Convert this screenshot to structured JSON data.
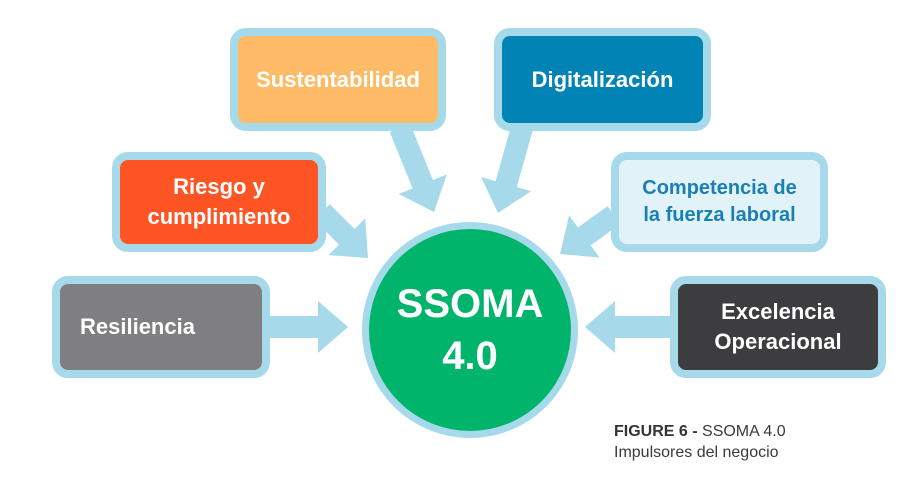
{
  "center": {
    "line1": "SSOMA",
    "line2": "4.0"
  },
  "drivers": [
    {
      "id": "sustentabilidad",
      "lines": [
        "Sustentabilidad"
      ],
      "fill": "#FDBB67",
      "text_color": "#FFFFFF"
    },
    {
      "id": "digitalizacion",
      "lines": [
        "Digitalización"
      ],
      "fill": "#0283B5",
      "text_color": "#FFFFFF"
    },
    {
      "id": "riesgo",
      "lines": [
        "Riesgo y",
        "cumplimiento"
      ],
      "fill": "#FF5525",
      "text_color": "#FFFFFF"
    },
    {
      "id": "competencia",
      "lines": [
        "Competencia de",
        "la fuerza laboral"
      ],
      "fill": "#E2F2F9",
      "text_color": "#1A80B3"
    },
    {
      "id": "resiliencia",
      "lines": [
        "Resiliencia"
      ],
      "fill": "#7F7F81",
      "text_color": "#FFFFFF"
    },
    {
      "id": "excelencia",
      "lines": [
        "Excelencia",
        "Operacional"
      ],
      "fill": "#3D3C3E",
      "text_color": "#FFFFFF"
    }
  ],
  "caption": {
    "label": "FIGURE 6 -",
    "title": "SSOMA 4.0",
    "subtitle": "Impulsores del negocio"
  },
  "colors": {
    "arrow": "#A6DAEA",
    "center": "#00B46C"
  }
}
